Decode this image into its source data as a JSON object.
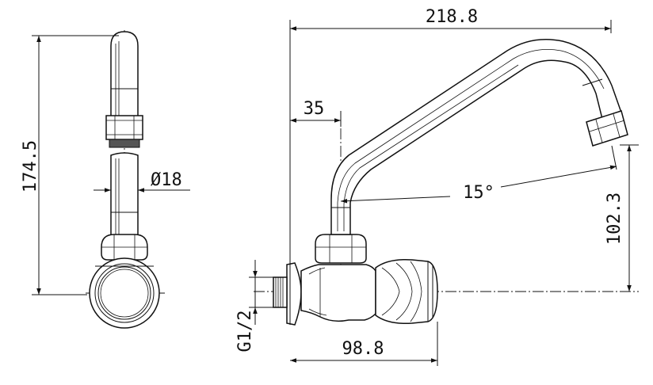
{
  "dimensions": {
    "width_total": "218.8",
    "height_total": "174.5",
    "diameter": "Ø18",
    "offset_35": "35",
    "angle": "15°",
    "height_spout": "102.3",
    "thread": "G1/2",
    "body_length": "98.8"
  }
}
